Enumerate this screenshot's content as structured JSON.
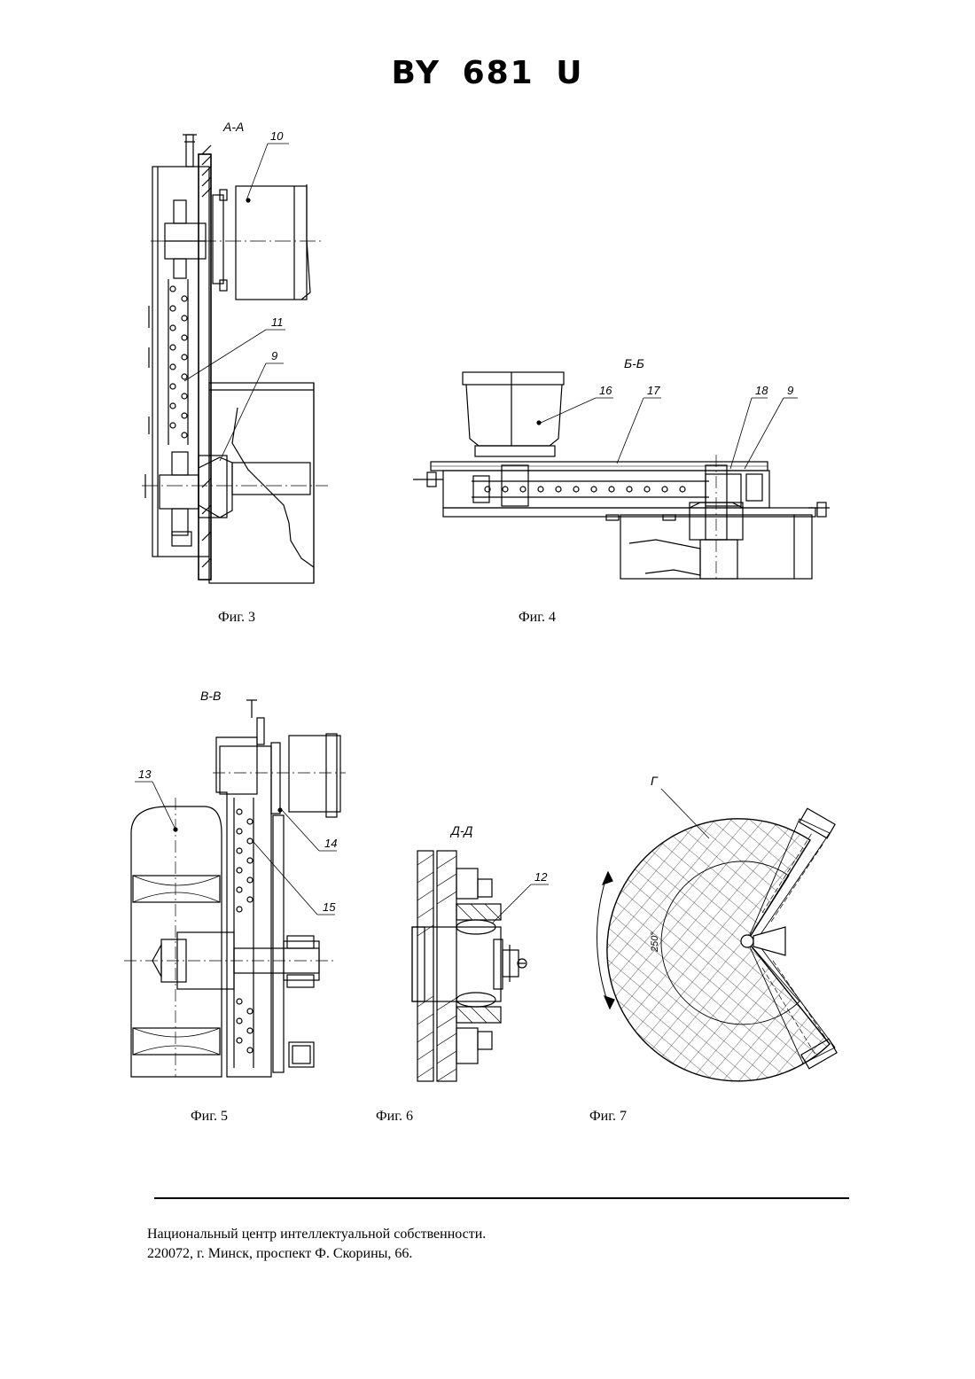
{
  "header": {
    "title": "BY 681 U"
  },
  "figures": [
    {
      "id": "fig3",
      "caption": "Фиг. 3",
      "section_label": "А-А",
      "callouts": [
        "10",
        "11",
        "9"
      ]
    },
    {
      "id": "fig4",
      "caption": "Фиг. 4",
      "section_label": "Б-Б",
      "callouts": [
        "16",
        "17",
        "18",
        "9"
      ]
    },
    {
      "id": "fig5",
      "caption": "Фиг. 5",
      "section_label": "В-В",
      "callouts": [
        "13",
        "14",
        "15"
      ]
    },
    {
      "id": "fig6",
      "caption": "Фиг. 6",
      "section_label": "Д-Д",
      "callouts": [
        "12"
      ]
    },
    {
      "id": "fig7",
      "caption": "Фиг. 7",
      "section_label": "Г",
      "angle_label": "250°"
    }
  ],
  "footer": {
    "line1": "Национальный центр интеллектуальной собственности.",
    "line2": "220072, г. Минск, проспект Ф. Скорины, 66."
  }
}
